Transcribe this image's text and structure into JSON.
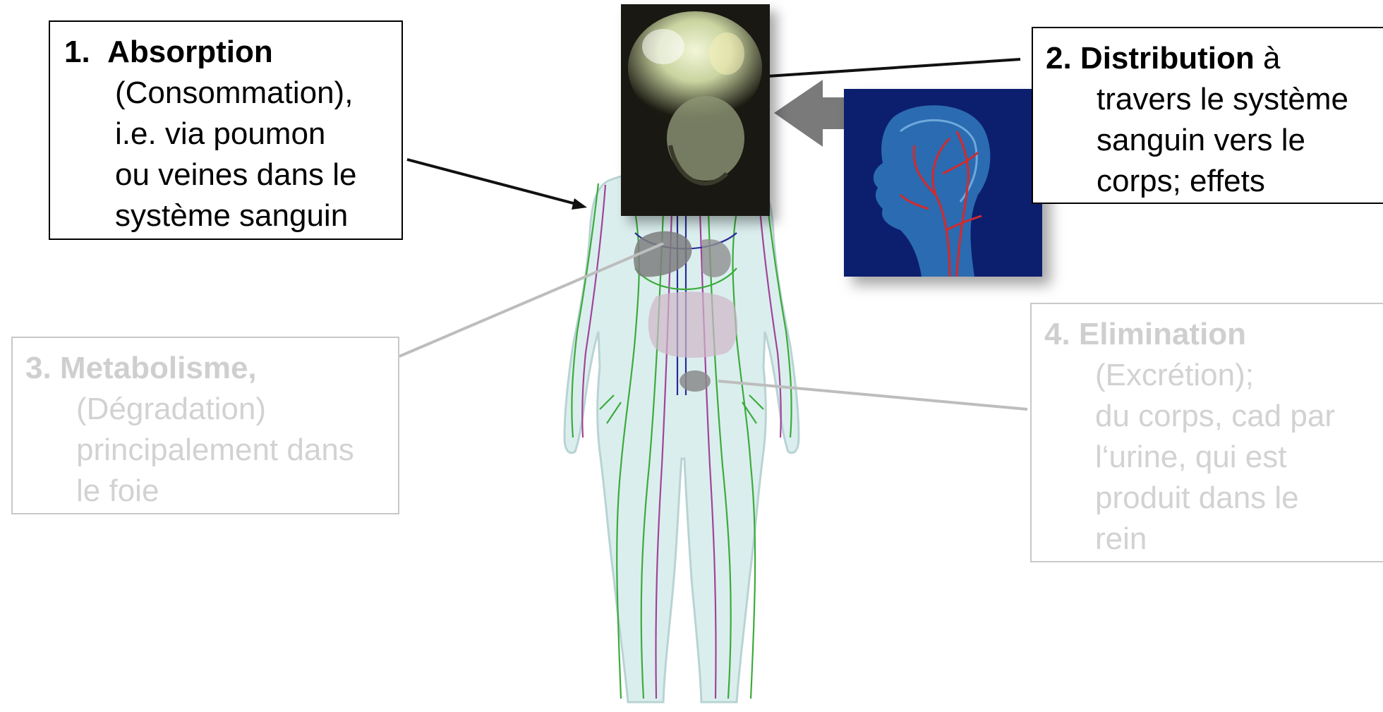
{
  "absorption": {
    "number": "1.",
    "title": "Absorption",
    "lines": [
      "(Consommation),",
      "i.e. via poumon",
      "ou veines dans le",
      "système sanguin"
    ]
  },
  "distribution": {
    "title": "2. Distribution",
    "title_suffix": " à",
    "lines": [
      "travers le système",
      "sanguin vers le",
      "corps; effets"
    ]
  },
  "metabolism": {
    "title": "3. Metabolisme,",
    "lines": [
      "(Dégradation)",
      "principalement dans",
      "le foie"
    ]
  },
  "elimination": {
    "title": "4. Elimination",
    "lines": [
      "(Excrétion);",
      "du corps, cad par",
      "l‘urine, qui est",
      "produit dans le",
      "rein"
    ]
  },
  "colors": {
    "active_text": "#000000",
    "faded_text": "#d2d2d2",
    "faded_border": "#c8c8c8",
    "body_fill": "#dbeeee",
    "vessel_green": "#3cab3c",
    "vessel_purple": "#a0449a",
    "vessel_blue": "#2a2a9a",
    "organ_gray": "#8a8a8a",
    "arrow_gray": "#7a7a7a",
    "head_bg": "#0c1f6e"
  }
}
